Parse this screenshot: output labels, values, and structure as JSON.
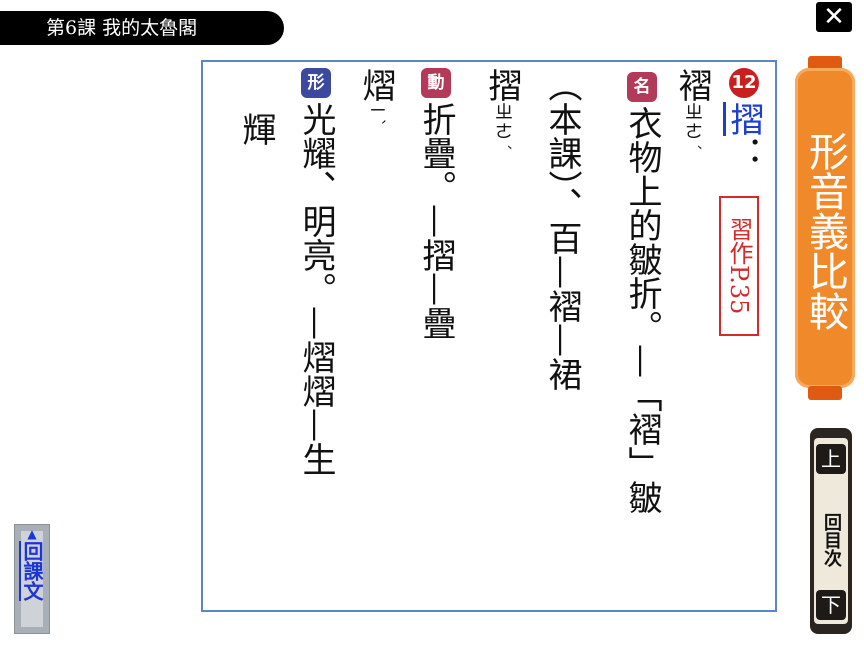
{
  "header": {
    "lesson_title": "第6課 我的太魯閣"
  },
  "close": {
    "icon": "close-icon",
    "label": "✕"
  },
  "entry": {
    "number": "12",
    "main_char": "摺",
    "colon": "：",
    "reference": "習作P.35",
    "lines": [
      {
        "kind": "reading",
        "text": "褶",
        "zhuyin": "ㄓㄜˊ"
      },
      {
        "kind": "definition",
        "tag": "名",
        "text": "衣物上的皺折。—「褶」皺"
      },
      {
        "kind": "continuation",
        "text": "（本課）、百—褶—裙"
      },
      {
        "kind": "reading",
        "text": "摺",
        "zhuyin": "ㄓㄜˊ"
      },
      {
        "kind": "definition",
        "tag": "動",
        "text": "折疊。—摺—疊"
      },
      {
        "kind": "reading",
        "text": "熠",
        "zhuyin": "ㄧˋ"
      },
      {
        "kind": "definition",
        "tag": "形",
        "text": "光耀、明亮。—熠熠—生"
      },
      {
        "kind": "continuation",
        "text": "輝"
      }
    ]
  },
  "sidebar": {
    "category_title": "形音義比較",
    "nav_up": "上",
    "nav_menu": "回目次",
    "nav_down": "下"
  },
  "back_button": {
    "label": "回課文",
    "arrow": "▲"
  },
  "colors": {
    "accent_orange": "#f0892a",
    "panel_border": "#5b86c6",
    "badge_red": "#c81f1f",
    "link_blue": "#1b35d6"
  }
}
